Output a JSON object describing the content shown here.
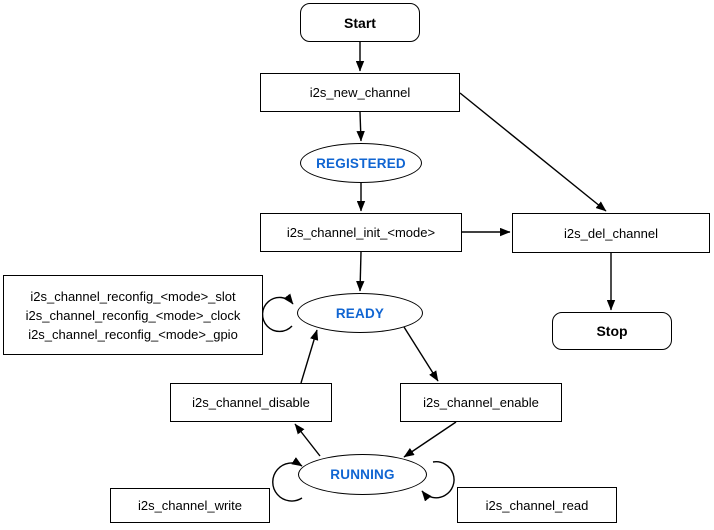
{
  "diagram": {
    "accent_color": "#1065D2",
    "line_color": "#000000",
    "nodes": {
      "start": {
        "label": "Start",
        "shape": "rounded-rect"
      },
      "new_channel": {
        "label": "i2s_new_channel",
        "shape": "rect"
      },
      "registered": {
        "label": "REGISTERED",
        "shape": "ellipse"
      },
      "init": {
        "label": "i2s_channel_init_<mode>",
        "shape": "rect"
      },
      "del": {
        "label": "i2s_del_channel",
        "shape": "rect"
      },
      "stop": {
        "label": "Stop",
        "shape": "rounded-rect"
      },
      "reconfig": {
        "lines": [
          "i2s_channel_reconfig_<mode>_slot",
          "i2s_channel_reconfig_<mode>_clock",
          "i2s_channel_reconfig_<mode>_gpio"
        ],
        "shape": "rect"
      },
      "ready": {
        "label": "READY",
        "shape": "ellipse"
      },
      "disable": {
        "label": "i2s_channel_disable",
        "shape": "rect"
      },
      "enable": {
        "label": "i2s_channel_enable",
        "shape": "rect"
      },
      "running": {
        "label": "RUNNING",
        "shape": "ellipse"
      },
      "write": {
        "label": "i2s_channel_write",
        "shape": "rect"
      },
      "read": {
        "label": "i2s_channel_read",
        "shape": "rect"
      }
    },
    "edges": [
      "start -> i2s_new_channel",
      "i2s_new_channel -> REGISTERED",
      "REGISTERED -> i2s_channel_init_<mode>",
      "i2s_new_channel -> i2s_del_channel",
      "i2s_channel_init_<mode> -> i2s_del_channel",
      "i2s_del_channel -> stop",
      "i2s_channel_init_<mode> -> READY",
      "READY -> i2s_channel_enable",
      "i2s_channel_enable -> RUNNING",
      "RUNNING -> i2s_channel_disable",
      "i2s_channel_disable -> READY",
      "READY self-loop (reconfig)",
      "RUNNING self-loop left (write)",
      "RUNNING self-loop right (read)"
    ]
  }
}
